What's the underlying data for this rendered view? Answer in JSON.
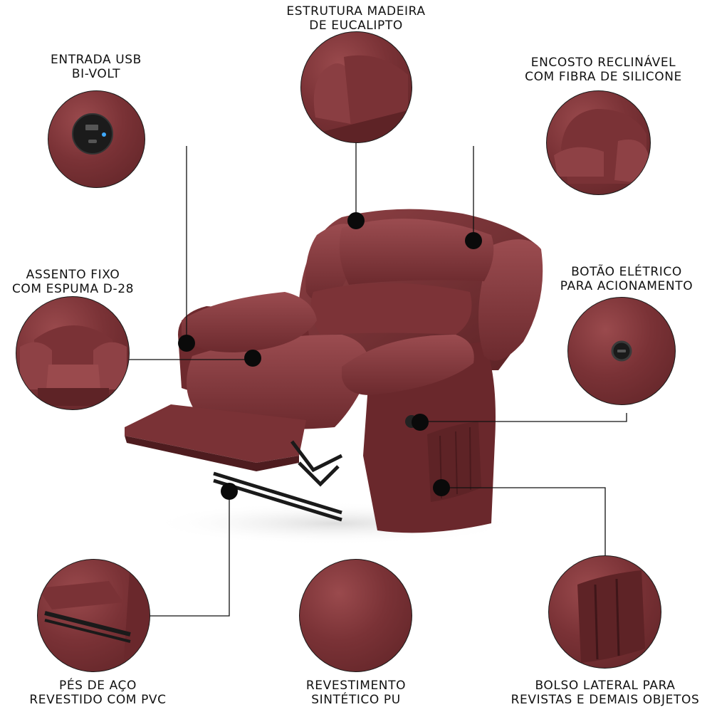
{
  "colors": {
    "leather": "#7a3236",
    "leather_light": "#9a4a4d",
    "leather_dark": "#5e2326",
    "callout_line": "#111111",
    "dot": "#0a0a0a",
    "usb_led": "#3fa9ff"
  },
  "features": {
    "wood_frame": {
      "line1": "ESTRUTURA MADEIRA",
      "line2": "DE EUCALIPTO"
    },
    "usb": {
      "line1": "ENTRADA USB",
      "line2": "BI-VOLT"
    },
    "backrest": {
      "line1": "ENCOSTO RECLINÁVEL",
      "line2": "COM FIBRA DE SILICONE"
    },
    "seat": {
      "line1": "ASSENTO FIXO",
      "line2": "COM ESPUMA D-28"
    },
    "button": {
      "line1": "BOTÃO ELÉTRICO",
      "line2": "PARA ACIONAMENTO"
    },
    "feet": {
      "line1": "PÉS DE AÇO",
      "line2": "REVESTIDO COM PVC"
    },
    "upholstery": {
      "line1": "REVESTIMENTO",
      "line2": "SINTÉTICO PU"
    },
    "side_pocket": {
      "line1": "BOLSO LATERAL PARA",
      "line2": "REVISTAS E DEMAIS OBJETOS"
    }
  },
  "icons": [
    "usb-port-icon",
    "power-button-icon"
  ]
}
